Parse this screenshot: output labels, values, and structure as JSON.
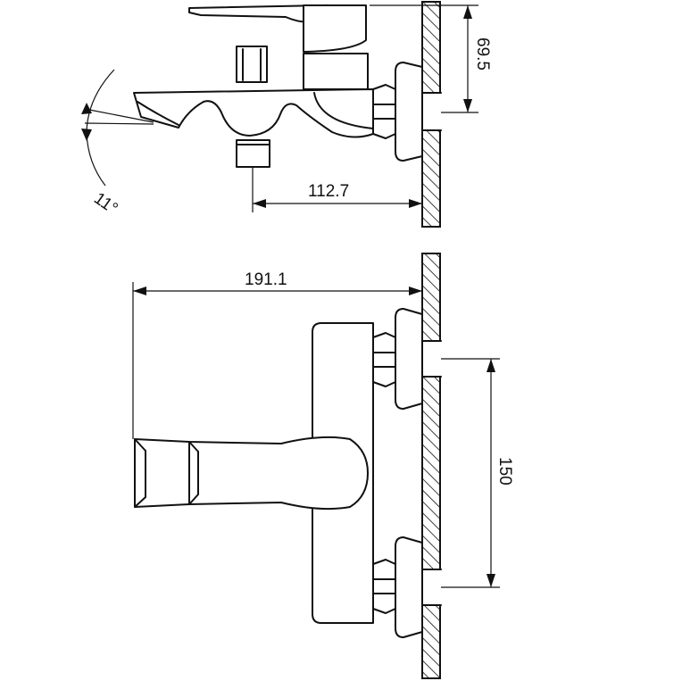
{
  "drawing": {
    "dimensions": {
      "height_top": "69.5",
      "projection_side": "112.7",
      "overall_width": "191.1",
      "inlet_spacing": "150",
      "spout_angle": "11°"
    }
  }
}
